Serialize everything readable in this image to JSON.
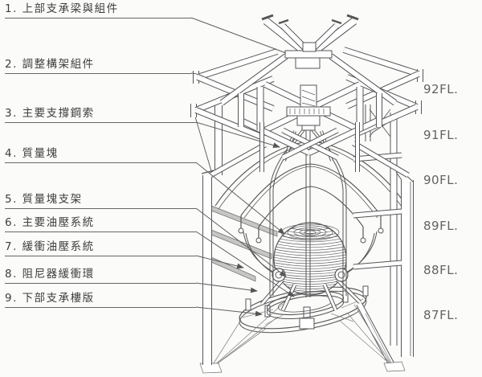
{
  "figure": {
    "callouts": [
      "1. 上部支承梁與組件",
      "2. 調整構架組件",
      "3. 主要支撐鋼索",
      "4. 質量塊",
      "5. 質量塊支架",
      "6. 主要油壓系統",
      "7. 緩衝油壓系統",
      "8. 阻尼器緩衝環",
      "9. 下部支承樓版"
    ],
    "floors": [
      "92FL.",
      "91FL.",
      "90FL.",
      "89FL.",
      "88FL.",
      "87FL."
    ],
    "colors": {
      "background": "#fbfbf9",
      "line": "#565656",
      "light_line": "#8b8b8b",
      "shade": "#c6c6c4",
      "callout_text": "#3d3d3d",
      "floor_text": "#636363"
    }
  }
}
